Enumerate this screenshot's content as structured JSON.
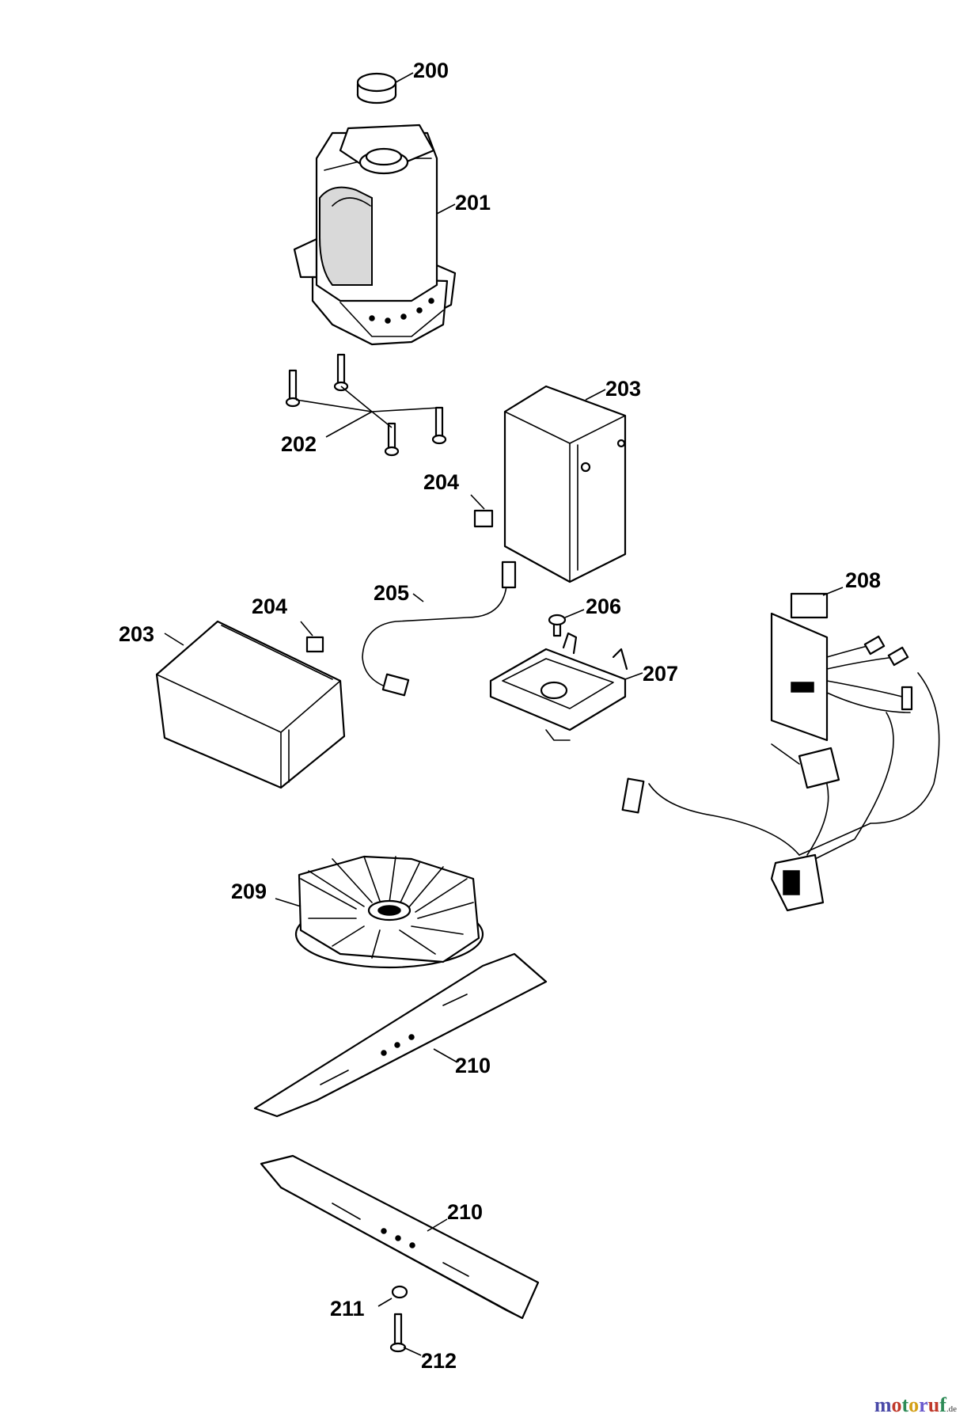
{
  "callouts": {
    "c200": "200",
    "c201": "201",
    "c202": "202",
    "c203a": "203",
    "c203b": "203",
    "c204a": "204",
    "c204b": "204",
    "c205": "205",
    "c206": "206",
    "c207": "207",
    "c208": "208",
    "c209": "209",
    "c210a": "210",
    "c210b": "210",
    "c211": "211",
    "c212": "212"
  },
  "watermark": {
    "name": "motoruf",
    "tld": ".de",
    "colors": [
      "#4a4aa8",
      "#c0392b",
      "#2e8b57",
      "#d4a017",
      "#6a5acd",
      "#c0392b",
      "#2e8b57"
    ]
  }
}
